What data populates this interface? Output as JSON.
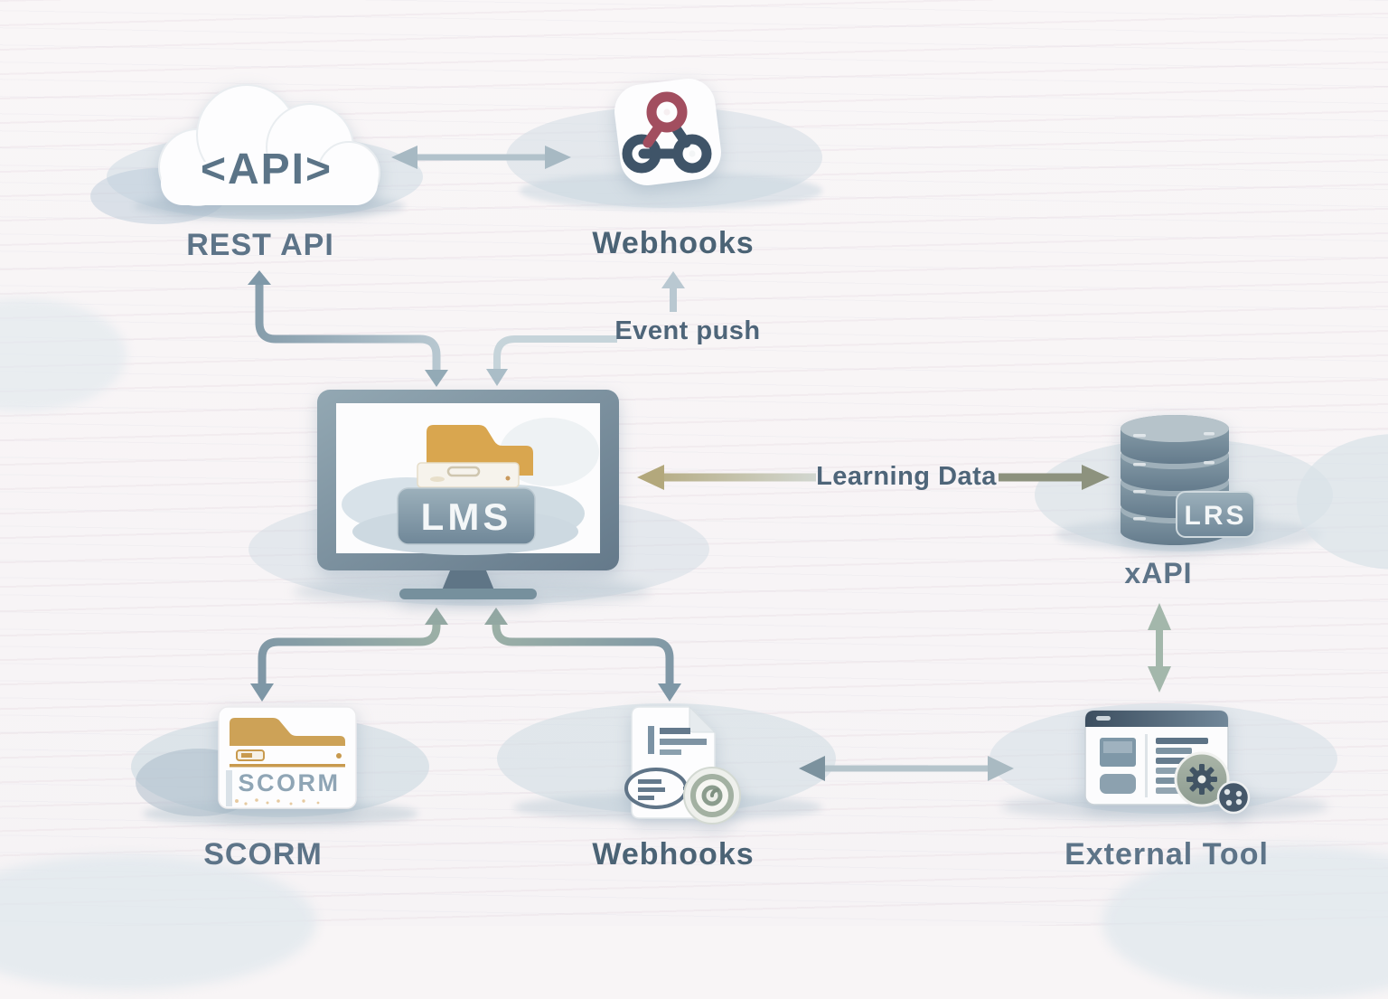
{
  "diagram": {
    "description": "LMS integration diagram",
    "nodes": {
      "rest_api": {
        "label": "REST API",
        "icon": "cloud-api-icon",
        "icon_text": "<API>"
      },
      "webhooks_top": {
        "label": "Webhooks",
        "icon": "webhook-icon"
      },
      "lms": {
        "badge": "LMS",
        "icon": "monitor-folder-icon"
      },
      "lrs": {
        "badge": "LRS",
        "label": "xAPI",
        "icon": "database-icon"
      },
      "scorm": {
        "label": "SCORM",
        "icon": "scorm-package-icon",
        "icon_text": "SCORM"
      },
      "webhooks_bottom": {
        "label": "Webhooks",
        "icon": "document-feed-icon"
      },
      "external_tool": {
        "label": "External Tool",
        "icon": "browser-gear-icon"
      }
    },
    "edges": {
      "event_push": {
        "label": "Event push"
      },
      "learning_data": {
        "label": "Learning Data"
      }
    },
    "connections": [
      {
        "from": "REST API",
        "to": "Webhooks (top)",
        "style": "bidirectional-horizontal"
      },
      {
        "from": "LMS",
        "to": "REST API",
        "style": "bidirectional-elbow"
      },
      {
        "from": "Event push label",
        "to": "LMS",
        "style": "elbow-down"
      },
      {
        "from": "Event push label",
        "to": "Webhooks (top)",
        "style": "arrow-up"
      },
      {
        "from": "LRS",
        "to": "LMS",
        "style": "arrow-left",
        "label": "Learning Data"
      },
      {
        "from": "Learning Data label",
        "to": "LRS",
        "style": "arrow-right"
      },
      {
        "from": "LMS",
        "to": "SCORM",
        "style": "bidirectional-elbow"
      },
      {
        "from": "LMS",
        "to": "Webhooks (bottom)",
        "style": "bidirectional-elbow"
      },
      {
        "from": "Webhooks (bottom)",
        "to": "External Tool",
        "style": "bidirectional-horizontal"
      },
      {
        "from": "xAPI",
        "to": "External Tool",
        "style": "bidirectional-vertical"
      }
    ]
  },
  "colors": {
    "background": "#f8f5f6",
    "label_text": "#5d7488",
    "bold_label_text": "#4b6375",
    "arrow_light": "#b5c4cd",
    "arrow_slate": "#879eac",
    "arrow_sage": "#9cb0a6",
    "arrow_khaki": "#b3a87c",
    "arrow_olive": "#8d927e",
    "webhook_rose": "#a24e5f",
    "webhook_slate": "#3f5468",
    "folder_tan": "#d9a64f",
    "badge_slate": "#7b93a2",
    "screen_white": "#fcfcfd"
  }
}
